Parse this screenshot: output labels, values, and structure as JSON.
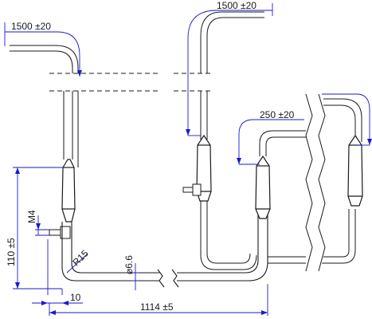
{
  "diagram": {
    "dimensions": {
      "lead_left": "1500 ±20",
      "lead_right": "1500 ±20",
      "lead_short": "250 ±20",
      "height": "110 ±5",
      "thread": "M4",
      "radius": "R15",
      "diameter": "⌀6.6",
      "offset": "10",
      "total_length": "1114 ±5"
    },
    "colors": {
      "line": "#1a1a1a",
      "dimension": "#1a1acc",
      "background": "#ffffff"
    }
  }
}
